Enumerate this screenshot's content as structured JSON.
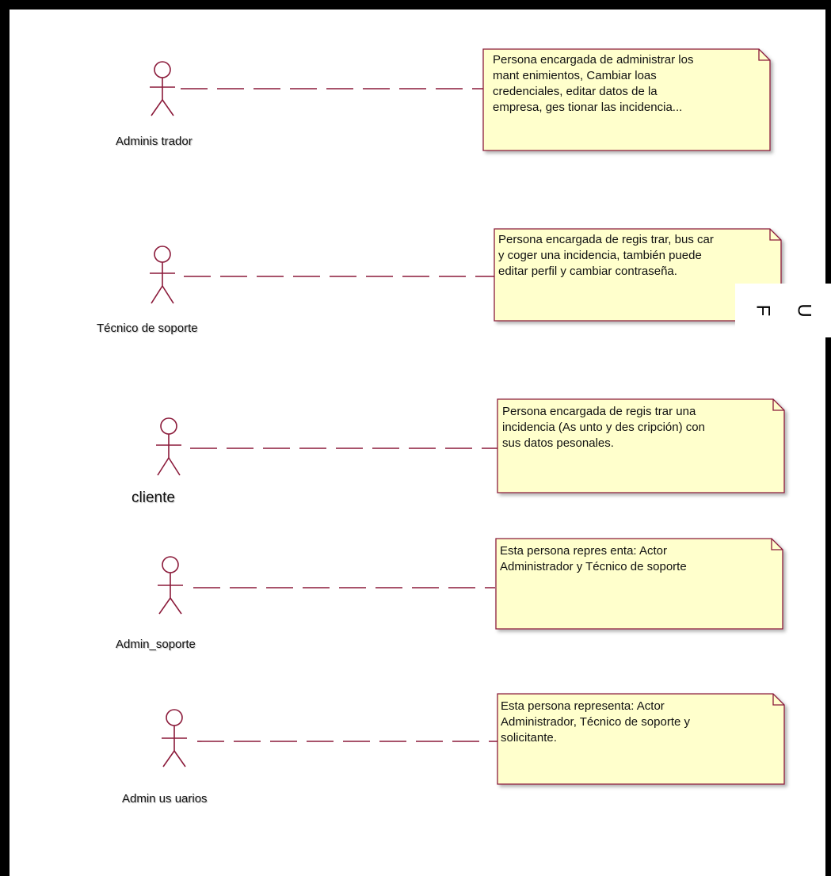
{
  "actors": [
    {
      "id": "administrador",
      "label": "Adminis trador"
    },
    {
      "id": "tecnico",
      "label": "Técnico de soporte"
    },
    {
      "id": "cliente",
      "label": "cliente"
    },
    {
      "id": "admin-soporte",
      "label": "Admin_soporte"
    },
    {
      "id": "admin-usuarios",
      "label": "Admin us uarios"
    }
  ],
  "notes": [
    {
      "text": "Persona encargada de administrar los\nmant enimientos, Cambiar loas\ncredenciales, editar datos de la\nempresa, ges tionar las incidencia..."
    },
    {
      "text": "Persona encargada de regis trar, bus car\ny coger una incidencia, también puede\neditar perfil y cambiar contraseña."
    },
    {
      "text": "Persona encargada de regis trar una\nincidencia (As unto y des cripción) con\nsus datos pesonales."
    },
    {
      "text": "Esta persona repres enta: Actor\nAdministrador y Técnico de soporte"
    },
    {
      "text": "Esta persona representa: Actor\nAdministrador, Técnico de soporte y\nsolicitante."
    }
  ],
  "side_glyphs": [
    "F",
    "U"
  ],
  "colors": {
    "actor_stroke": "#8b1a3a",
    "note_fill": "#ffffcc",
    "note_border": "#8b1a3a",
    "connector": "#8b1a3a"
  }
}
